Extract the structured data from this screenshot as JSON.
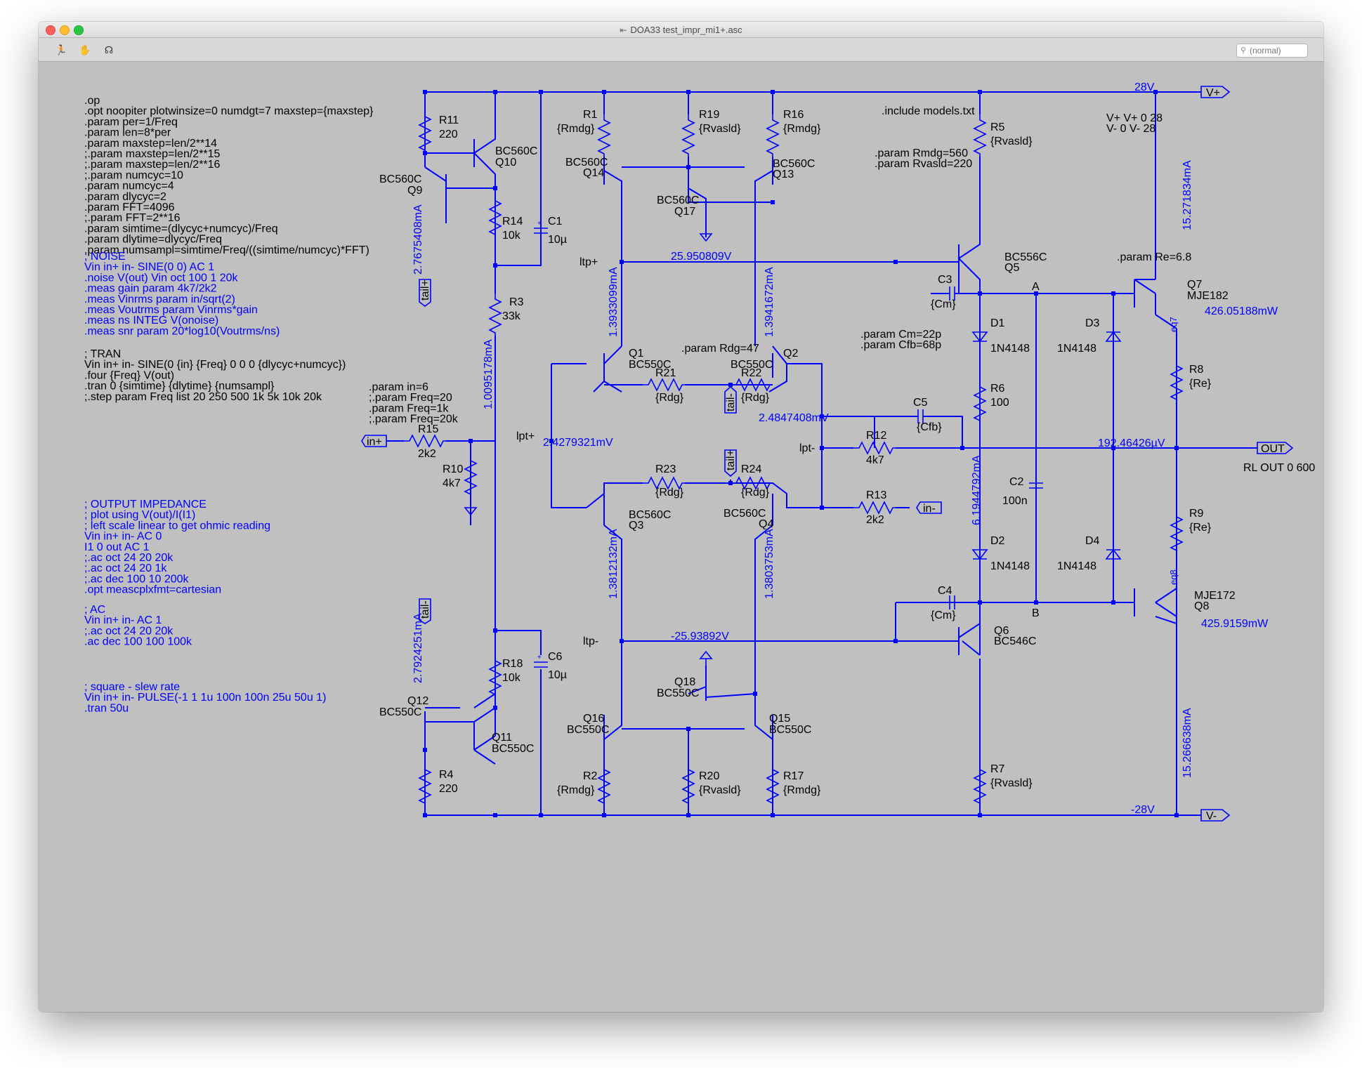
{
  "window": {
    "title": "DOA33 test_impr_mi1+.asc",
    "search_placeholder": "(normal)"
  },
  "toolbar": [
    {
      "icon": "run-icon",
      "glyph": "🏃"
    },
    {
      "icon": "hand-icon",
      "glyph": "✋"
    },
    {
      "icon": "probe-icon",
      "glyph": "☊"
    }
  ],
  "spice_black": [
    ".op",
    ".opt noopiter plotwinsize=0 numdgt=7 maxstep={maxstep}",
    ".param per=1/Freq",
    ".param len=8*per",
    ".param maxstep=len/2**14",
    ";.param maxstep=len/2**15",
    ";.param maxstep=len/2**16",
    ";.param numcyc=10",
    ".param numcyc=4",
    ".param dlycyc=2",
    ".param FFT=4096",
    ";.param FFT=2**16",
    ".param simtime=(dlycyc+numcyc)/Freq",
    ".param dlytime=dlycyc/Freq",
    ".param numsampl=simtime/Freq/((simtime/numcyc)*FFT)"
  ],
  "spice_noise": [
    "; NOISE",
    "Vin in+ in- SINE(0 0) AC 1",
    ".noise V(out) Vin oct 100 1 20k",
    ".meas gain param 4k7/2k2",
    ".meas Vinrms param in/sqrt(2)",
    ".meas Voutrms param Vinrms*gain",
    ".meas ns INTEG V(onoise)",
    ".meas snr param 20*log10(Voutrms/ns)"
  ],
  "spice_tran": [
    "; TRAN",
    "Vin in+ in- SINE(0 {in} {Freq} 0 0 0 {dlycyc+numcyc})",
    ".four {Freq} V(out)",
    ".tran 0 {simtime} {dlytime} {numsampl}",
    ";.step param Freq list 20 250 500 1k 5k 10k 20k"
  ],
  "spice_params_in": [
    ".param in=6",
    ";.param Freq=20",
    ".param Freq=1k",
    ";.param Freq=20k"
  ],
  "spice_impedance": [
    "; OUTPUT IMPEDANCE",
    "; plot using V(out)/I(I1)",
    "; left scale linear to get ohmic reading",
    "Vin in+ in- AC 0",
    "I1 0 out AC 1",
    ";.ac oct 24 20 20k",
    ";.ac oct 24 20 1k",
    ";.ac dec 100 10 200k",
    ".opt meascplxfmt=cartesian"
  ],
  "spice_ac": [
    "; AC",
    "Vin in+ in- AC 1",
    ";.ac oct 24 20 20k",
    ".ac dec 100 100 100k"
  ],
  "spice_square": [
    "; square - slew rate",
    "Vin in+ in- PULSE(-1 1 1u 100n 100n 25u 50u 1)",
    ".tran 50u"
  ],
  "directives": {
    "include": ".include models.txt",
    "supplies": [
      "V+ V+ 0 28",
      "V- 0 V- 28"
    ],
    "rmdg": [
      ".param Rmdg=560",
      ".param Rvasld=220"
    ],
    "re": ".param Re=6.8",
    "rdg": ".param Rdg=47",
    "cm": [
      ".param Cm=22p",
      ".param Cfb=68p"
    ],
    "rl": "RL OUT 0 600"
  },
  "labels": {
    "R11": {
      "name": "R11",
      "value": "220"
    },
    "R14": {
      "name": "R14",
      "value": "10k"
    },
    "R3": {
      "name": "R3",
      "value": "33k"
    },
    "R18": {
      "name": "R18",
      "value": "10k"
    },
    "R4": {
      "name": "R4",
      "value": "220"
    },
    "R15": {
      "name": "R15",
      "value": "2k2"
    },
    "R10": {
      "name": "R10",
      "value": "4k7"
    },
    "R1": {
      "name": "R1",
      "value": "{Rmdg}"
    },
    "R19": {
      "name": "R19",
      "value": "{Rvasld}"
    },
    "R16": {
      "name": "R16",
      "value": "{Rmdg}"
    },
    "R2": {
      "name": "R2",
      "value": "{Rmdg}"
    },
    "R20": {
      "name": "R20",
      "value": "{Rvasld}"
    },
    "R17": {
      "name": "R17",
      "value": "{Rmdg}"
    },
    "R21": {
      "name": "R21",
      "value": "{Rdg}"
    },
    "R22": {
      "name": "R22",
      "value": "{Rdg}"
    },
    "R23": {
      "name": "R23",
      "value": "{Rdg}"
    },
    "R24": {
      "name": "R24",
      "value": "{Rdg}"
    },
    "R12": {
      "name": "R12",
      "value": "4k7"
    },
    "R13": {
      "name": "R13",
      "value": "2k2"
    },
    "R5": {
      "name": "R5",
      "value": "{Rvasld}"
    },
    "R6": {
      "name": "R6",
      "value": "100"
    },
    "R7": {
      "name": "R7",
      "value": "{Rvasld}"
    },
    "R8": {
      "name": "R8",
      "value": "{Re}"
    },
    "R9": {
      "name": "R9",
      "value": "{Re}"
    },
    "C1": {
      "name": "C1",
      "value": "10µ"
    },
    "C6": {
      "name": "C6",
      "value": "10µ"
    },
    "C3": {
      "name": "C3",
      "value": "{Cm}"
    },
    "C4": {
      "name": "C4",
      "value": "{Cm}"
    },
    "C5": {
      "name": "C5",
      "value": "{Cfb}"
    },
    "C2": {
      "name": "C2",
      "value": "100n"
    },
    "D1": {
      "name": "D1",
      "value": "1N4148"
    },
    "D2": {
      "name": "D2",
      "value": "1N4148"
    },
    "D3": {
      "name": "D3",
      "value": "1N4148"
    },
    "D4": {
      "name": "D4",
      "value": "1N4148"
    },
    "Q1": {
      "name": "Q1",
      "model": "BC550C"
    },
    "Q2": {
      "name": "Q2",
      "model": "BC550C"
    },
    "Q3": {
      "name": "Q3",
      "model": "BC560C"
    },
    "Q4": {
      "name": "Q4",
      "model": "BC560C"
    },
    "Q5": {
      "name": "Q5",
      "model": "BC556C"
    },
    "Q6": {
      "name": "Q6",
      "model": "BC546C"
    },
    "Q7": {
      "name": "Q7",
      "model": "MJE182"
    },
    "Q8": {
      "name": "Q8",
      "model": "MJE172"
    },
    "Q9": {
      "name": "Q9",
      "model": "BC560C"
    },
    "Q10": {
      "name": "Q10",
      "model": "BC560C"
    },
    "Q11": {
      "name": "Q11",
      "model": "BC550C"
    },
    "Q12": {
      "name": "Q12",
      "model": "BC550C"
    },
    "Q13": {
      "name": "Q13",
      "model": "BC560C"
    },
    "Q14": {
      "name": "Q14",
      "model": "BC560C"
    },
    "Q15": {
      "name": "Q15",
      "model": "BC550C"
    },
    "Q16": {
      "name": "Q16",
      "model": "BC550C"
    },
    "Q17": {
      "name": "Q17",
      "model": "BC560C"
    },
    "Q18": {
      "name": "Q18",
      "model": "BC550C"
    }
  },
  "nets": {
    "ltp_plus": "ltp+",
    "ltp_minus": "ltp-",
    "lpt_plus": "lpt+",
    "lpt_minus": "lpt-",
    "a": "A",
    "b": "B"
  },
  "ports": {
    "vplus": "V+",
    "vminus": "V-",
    "out": "OUT",
    "inplus": "in+",
    "inminus": "in-",
    "tail_plus": "tail+",
    "tail_minus": "tail-"
  },
  "readings": {
    "v28": "28V",
    "vm28": "-28V",
    "i_r5": "15.271834mA",
    "i_r7": "15.266638mA",
    "v_ltp_plus": "25.950809V",
    "v_ltp_minus": "-25.93892V",
    "i_q14": "1.3933099mA",
    "i_q13": "1.3941672mA",
    "i_q16": "1.3812132mA",
    "i_q15": "1.3803753mA",
    "i_r3": "1.0095178mA",
    "i_q9": "2.7675408mA",
    "i_q12": "2.7924251mA",
    "v_lpt_plus": "2.4279321mV",
    "v_lpt_minus": "2.4847408mV",
    "v_out": "192.46426µV",
    "i_r6": "6.1944792mA",
    "p_q7": "426.05188mW",
    "p_q8": "425.9159mW",
    "eq7": "eq7",
    "eq8": "eq8"
  }
}
